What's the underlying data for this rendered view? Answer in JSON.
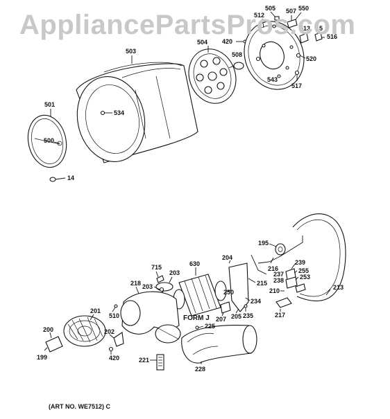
{
  "watermark": "AppliancePartsPros.com",
  "art_number": "(ART NO. WE7512) C",
  "form_label": "FORM J",
  "callouts": {
    "c505": "505",
    "c507": "507",
    "c550": "550",
    "c512": "512",
    "c513": "513",
    "c15": "15",
    "c516": "516",
    "c503": "503",
    "c504": "504",
    "c420a": "420",
    "c508": "508",
    "c520": "520",
    "c543": "543",
    "c517": "517",
    "c501": "501",
    "c534": "534",
    "c500": "500",
    "c14": "14",
    "c195": "195",
    "c216": "216",
    "c204": "204",
    "c630": "630",
    "c715": "715",
    "c203a": "203",
    "c218": "218",
    "c203b": "203",
    "c420b": "420",
    "c250": "250",
    "c215": "215",
    "c239": "239",
    "c237": "237",
    "c255": "255",
    "c238": "238",
    "c253": "253",
    "c210": "210",
    "c213": "213",
    "c234": "234",
    "c201": "201",
    "c510": "510",
    "c207": "207",
    "c205": "205",
    "c235": "235",
    "c217": "217",
    "c225": "225",
    "c200": "200",
    "c202": "202",
    "c199": "199",
    "c420c": "420",
    "c221": "221",
    "c228": "228"
  }
}
